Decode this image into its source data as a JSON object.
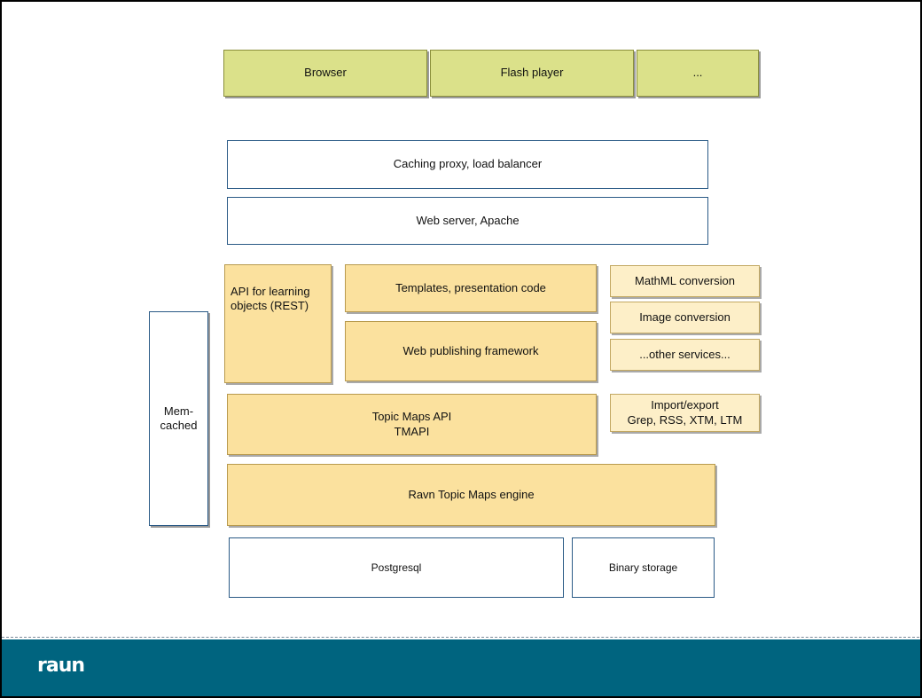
{
  "clients": [
    "Browser",
    "Flash player",
    "..."
  ],
  "proxy": "Caching proxy, load balancer",
  "webserver": "Web server, Apache",
  "api_rest": "API for learning objects (REST)",
  "templates": "Templates, presentation code",
  "framework": "Web publishing framework",
  "services": [
    "MathML conversion",
    "Image conversion",
    "...other services..."
  ],
  "memcached": "Mem-\ncached",
  "tmapi": "Topic Maps API\nTMAPI",
  "import_export": "Import/export\nGrep, RSS, XTM, LTM",
  "engine": "Ravn Topic Maps engine",
  "storage": [
    "Postgresql",
    "Binary storage"
  ],
  "footer": {
    "logo": "raun",
    "background": "#00647f"
  },
  "colors": {
    "green": "#dbe18a",
    "orange": "#fbe19e",
    "service": "#fdefc8",
    "border_blue": "#2a5a86"
  }
}
